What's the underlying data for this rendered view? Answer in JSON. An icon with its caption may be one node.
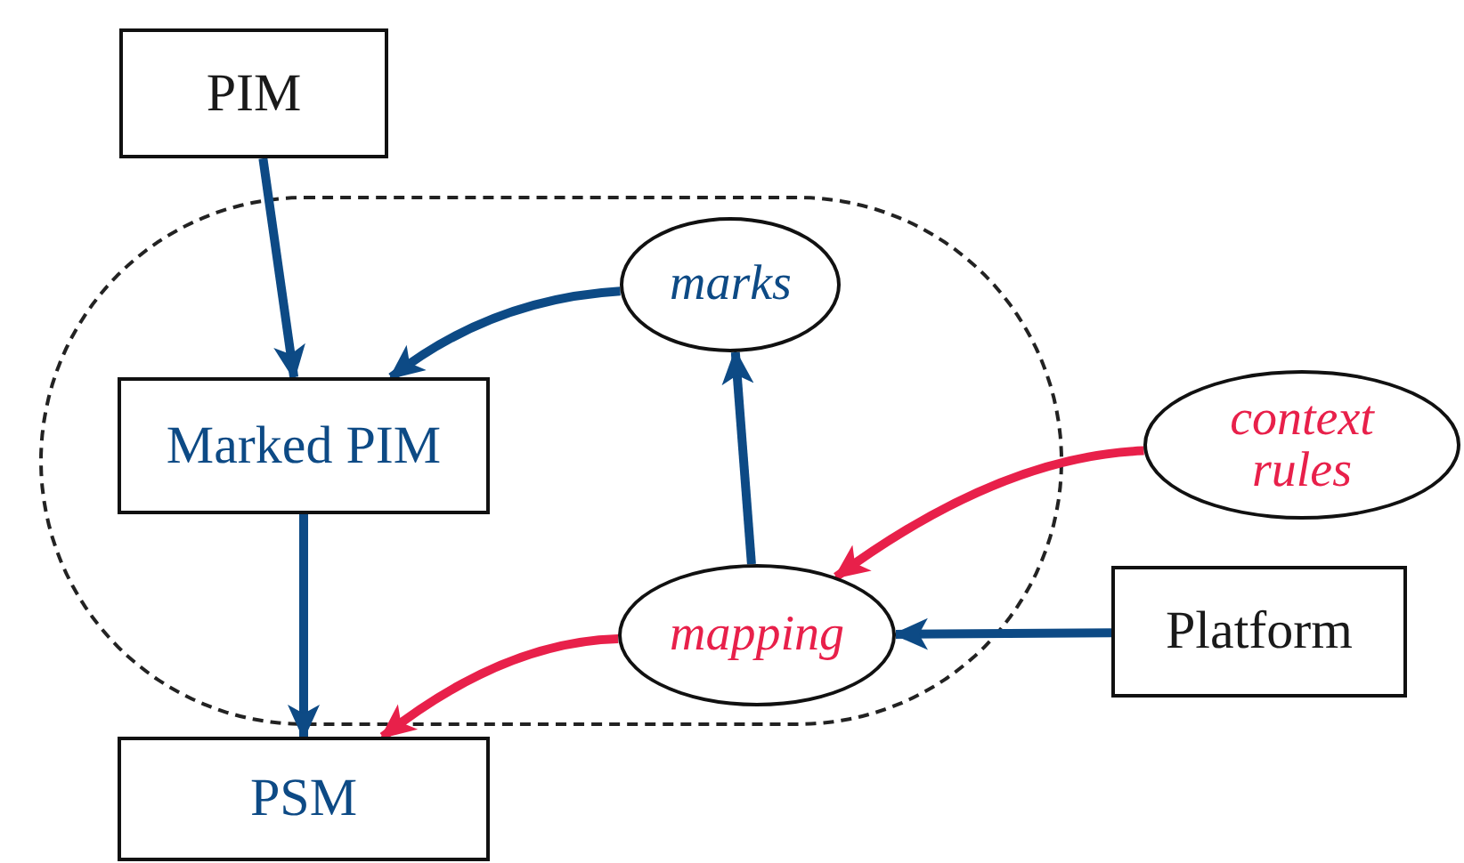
{
  "diagram": {
    "nodes": [
      {
        "text": [
          "PIM"
        ]
      },
      {
        "text": [
          "Marked PIM"
        ]
      },
      {
        "text": [
          "PSM"
        ]
      },
      {
        "text": [
          "marks"
        ]
      },
      {
        "text": [
          "context rules"
        ]
      },
      {
        "text": [
          "mapping"
        ]
      },
      {
        "text": [
          "Platform"
        ]
      }
    ],
    "edges": [
      {
        "from": 0,
        "to": 1,
        "arrow": "to"
      },
      {
        "from": 1,
        "to": 2,
        "arrow": "to"
      },
      {
        "from": 3,
        "to": 1,
        "arrow": "to"
      },
      {
        "from": 5,
        "to": 3,
        "arrow": "to"
      },
      {
        "from": 4,
        "to": 5,
        "arrow": "to",
        "color": "#e8204a"
      },
      {
        "from": 6,
        "to": 5,
        "arrow": "to"
      },
      {
        "from": 5,
        "to": 2,
        "arrow": "to",
        "color": "#e8204a"
      }
    ]
  }
}
